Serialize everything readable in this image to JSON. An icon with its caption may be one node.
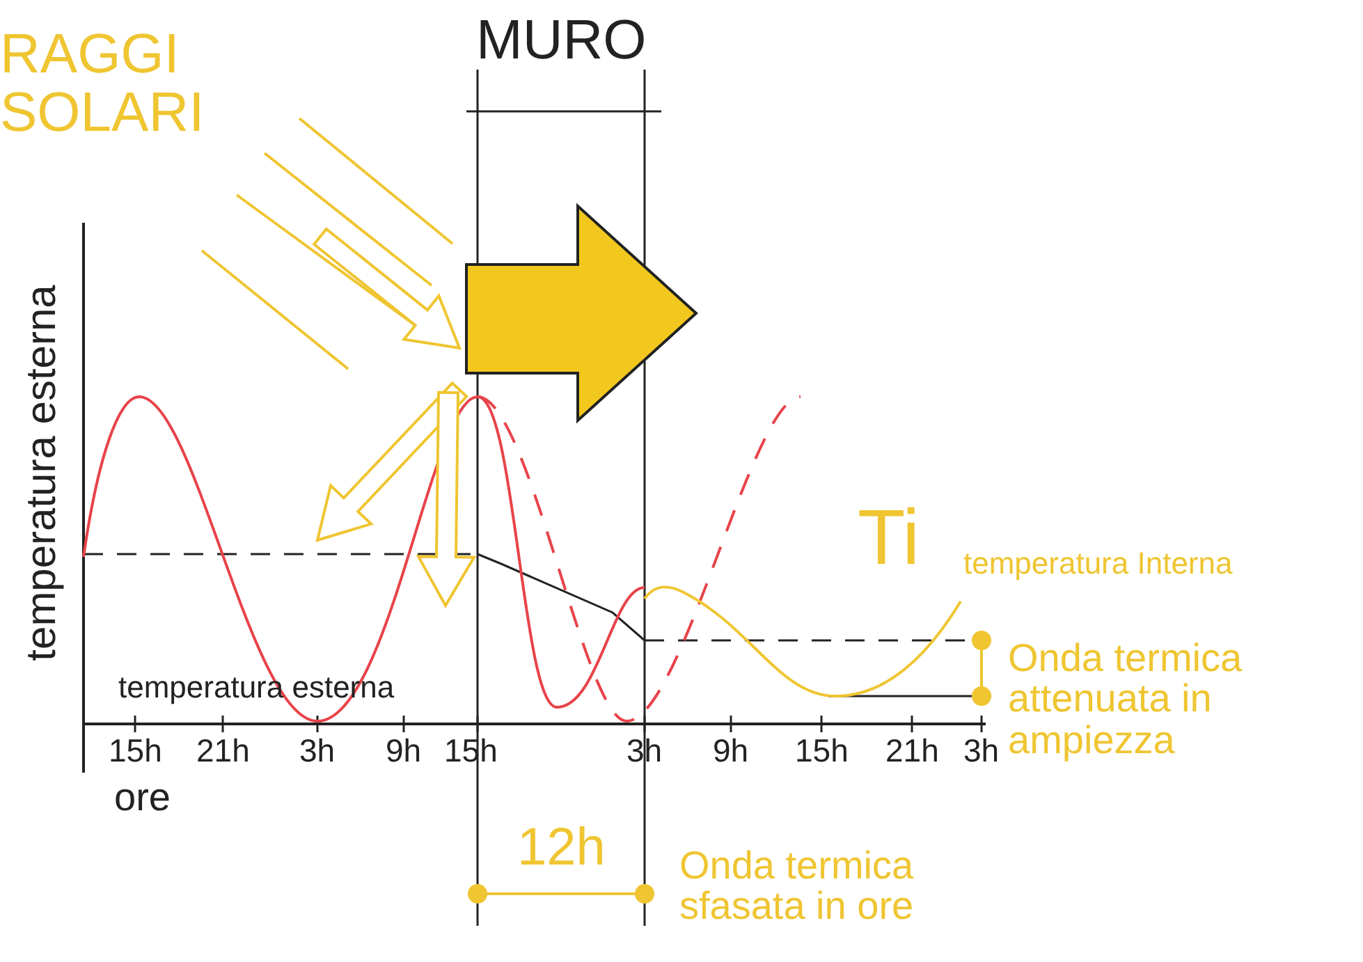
{
  "diagram": {
    "labels": [
      "RAGGI SOLARI",
      "MURO",
      "temperatura esterna",
      "Ti",
      "temperatura Interna",
      "Onda termica attenuata in ampiezza",
      "temperatura esterna",
      "15h",
      "21h",
      "3h",
      "9h",
      "15h",
      "3h",
      "9h",
      "15h",
      "21h",
      "3h",
      "ore",
      "12h",
      "Onda termica sfasata in ore"
    ]
  }
}
